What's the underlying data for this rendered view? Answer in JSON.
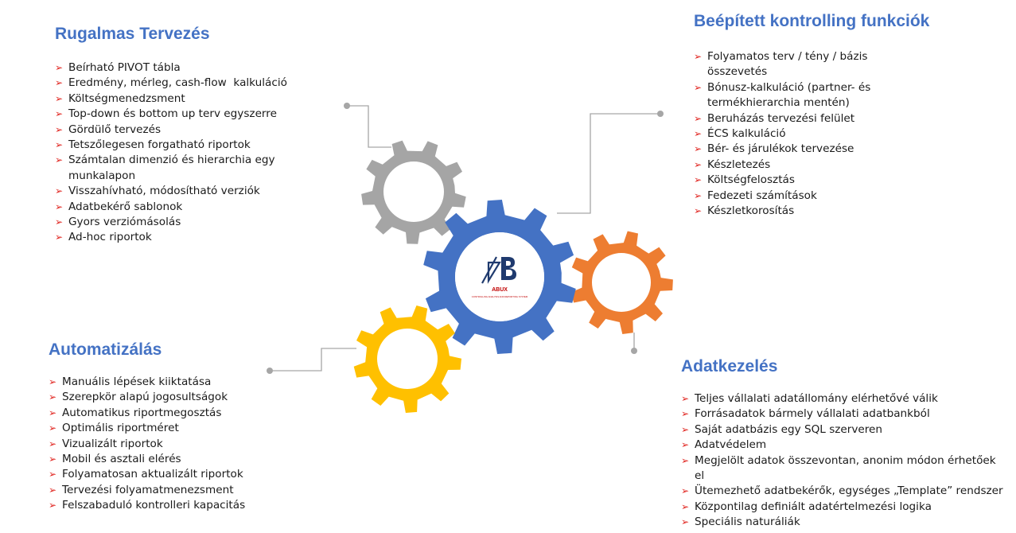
{
  "sections": {
    "top_left": {
      "title": "Rugalmas Tervezés",
      "items": [
        "Beírható PIVOT tábla",
        "Eredmény, mérleg, cash-flow  kalkuláció",
        "Költségmenedzsment",
        "Top-down és bottom up terv egyszerre",
        "Gördülő tervezés",
        "Tetszőlegesen forgatható riportok",
        "Számtalan dimenzió és hierarchia egy munkalapon",
        "Visszahívható, módosítható verziók",
        "Adatbekérő sablonok",
        "Gyors verziómásolás",
        "Ad-hoc riportok"
      ]
    },
    "top_right": {
      "title": "Beépített kontrolling funkciók",
      "items": [
        "Folyamatos terv / tény / bázis összevetés",
        "Bónusz-kalkuláció (partner- és termékhierarchia mentén)",
        "Beruházás tervezési felület",
        "ÉCS kalkuláció",
        "Bér- és járulékok tervezése",
        "Készletezés",
        "Költségfelosztás",
        "Fedezeti számítások",
        "Készletkorosítás"
      ]
    },
    "bottom_left": {
      "title": "Automatizálás",
      "items": [
        "Manuális lépések kiiktatása",
        "Szerepkör alapú jogosultságok",
        "Automatikus riportmegosztás",
        "Optimális riportméret",
        "Vizualizált riportok",
        "Mobil és asztali elérés",
        "Folyamatosan aktualizált riportok",
        "Tervezési folyamatmenezsment",
        "Felszabaduló kontrolleri kapacitás"
      ]
    },
    "bottom_right": {
      "title": "Adatkezelés",
      "items": [
        "Teljes vállalati adatállomány elérhetővé válik",
        "Forrásadatok bármely vállalati adatbankból",
        "Saját adatbázis egy SQL szerveren",
        "Adatvédelem",
        "Megjelölt adatok összevontan, anonim módon érhetőek el",
        "Ütemezhető adatbekérők, egységes „Template” rendszer",
        "Központilag definiált adatértelmezési logika",
        "Speciális naturáliák"
      ]
    }
  },
  "bullet_glyph": "➢",
  "logo": {
    "mark": "AB",
    "name": "ABUX",
    "tagline": "CONTROLLING ANALYSIS AND REPORTING SYSTEM"
  },
  "colors": {
    "title": "#4472C4",
    "bullet": "#E0201B",
    "gear_blue": "#4472C4",
    "gear_gray": "#A5A5A5",
    "gear_orange": "#ED7D31",
    "gear_yellow": "#FFC000",
    "connector": "#A6A6A6",
    "logo_red": "#C00000",
    "logo_navy": "#1F3A6E"
  },
  "icons": [
    "gear-gray",
    "gear-blue",
    "gear-orange",
    "gear-yellow",
    "logo-icon",
    "arrow-bullet-icon"
  ]
}
